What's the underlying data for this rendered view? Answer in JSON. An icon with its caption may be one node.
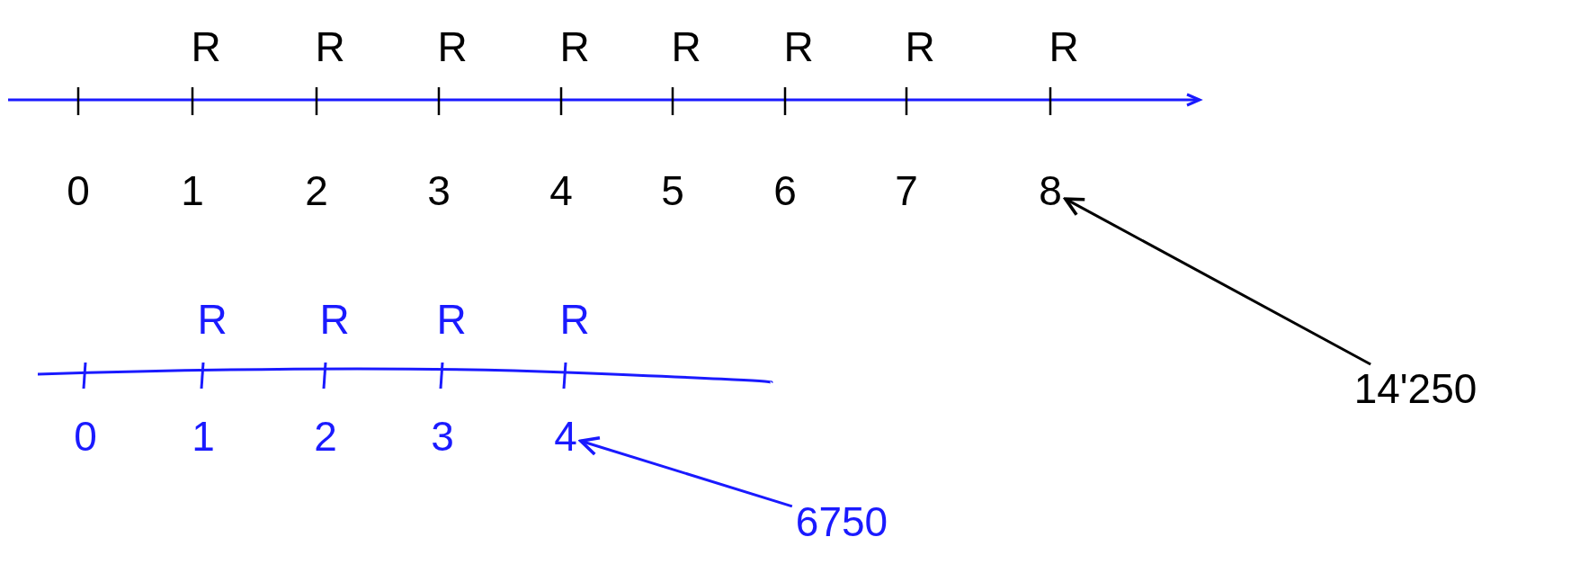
{
  "diagram": {
    "nodes": [
      {
        "text": [
          "8"
        ]
      },
      {
        "text": [
          "14'250"
        ]
      },
      {
        "text": [
          "4"
        ]
      },
      {
        "text": [
          "6750"
        ]
      }
    ],
    "edges": [
      {
        "from": 1,
        "to": 0,
        "arrow": "to",
        "color": "#000000"
      },
      {
        "from": 3,
        "to": 2,
        "arrow": "to",
        "color": "#1a1aff"
      }
    ],
    "labels": [
      "R",
      "R",
      "R",
      "R",
      "R",
      "R",
      "R",
      "R",
      "0",
      "1",
      "2",
      "3",
      "4",
      "5",
      "6",
      "7",
      "R",
      "R",
      "R",
      "R",
      "0",
      "1",
      "2",
      "3"
    ]
  }
}
